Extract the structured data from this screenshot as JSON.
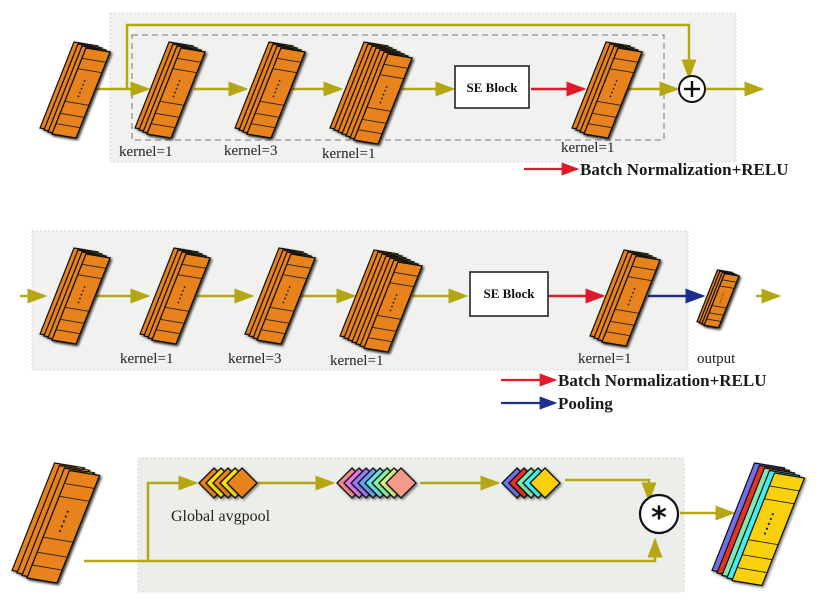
{
  "colors": {
    "panel_bg": "#f1f1ef",
    "panel_border": "#d4d4d4",
    "flow_arrow": "#b5a714",
    "bn_relu_arrow": "#e01a2b",
    "pooling_arrow": "#1f2d8f",
    "stack_orange": "#e8821a",
    "stack_yellow": "#f5e012",
    "dashed_border": "#909090"
  },
  "diagram1": {
    "se_block_label": "SE Block",
    "kernel_labels": [
      "kernel=1",
      "kernel=3",
      "kernel=1",
      "kernel=1"
    ],
    "add_operator": "+",
    "legend": [
      {
        "label": "Batch Normalization+RELU",
        "arrow": "bn_relu"
      }
    ]
  },
  "diagram2": {
    "se_block_label": "SE Block",
    "kernel_labels": [
      "kernel=1",
      "kernel=3",
      "kernel=1",
      "kernel=1"
    ],
    "output_label": "output",
    "legend": [
      {
        "label": "Batch Normalization+RELU",
        "arrow": "bn_relu"
      },
      {
        "label": "Pooling",
        "arrow": "pooling"
      }
    ]
  },
  "diagram3": {
    "pool_label": "Global avgpool",
    "multiply_operator": "*",
    "excitation_colors": [
      "#f08a8a",
      "#e07ae0",
      "#9a7af0",
      "#6aa0f0",
      "#6ae0e0",
      "#8af0a0",
      "#d0f080",
      "#f59a8a"
    ],
    "scale_colors": [
      "#7070e8",
      "#e83020",
      "#80e8b0",
      "#40f0f0",
      "#f8d010"
    ]
  }
}
